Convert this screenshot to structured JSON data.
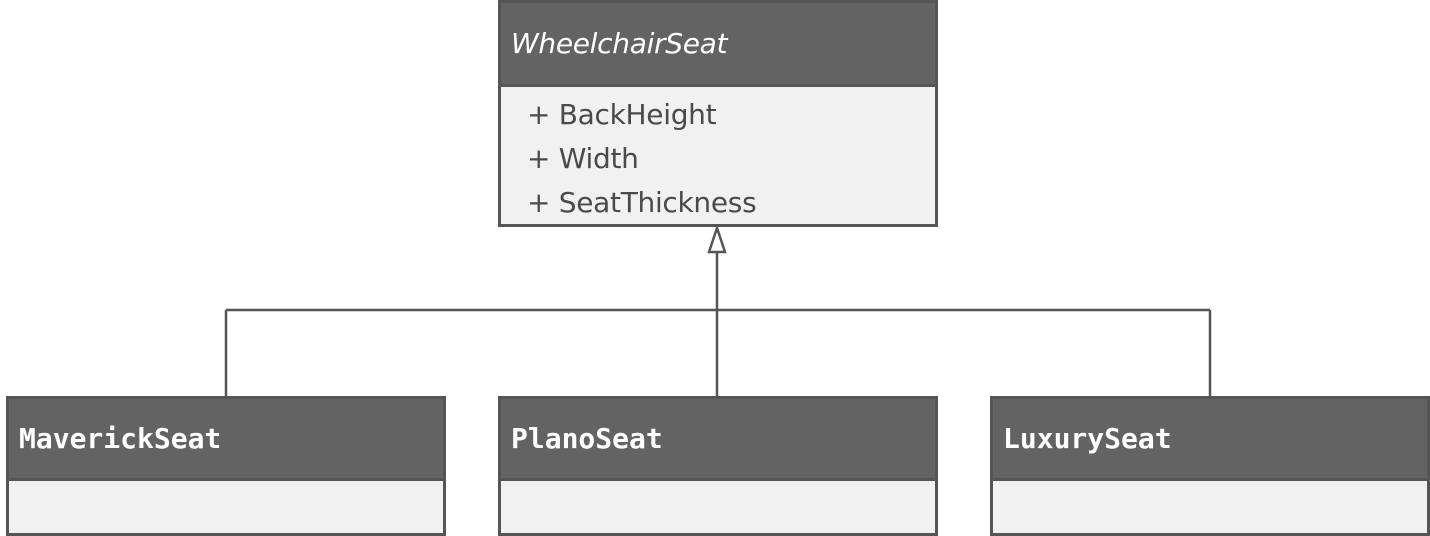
{
  "diagram": {
    "parent": {
      "name": "WheelchairSeat",
      "attributes": [
        "+ BackHeight",
        "+ Width",
        "+ SeatThickness"
      ]
    },
    "children": [
      {
        "name": "MaverickSeat",
        "attributes": []
      },
      {
        "name": "PlanoSeat",
        "attributes": []
      },
      {
        "name": "LuxurySeat",
        "attributes": []
      }
    ],
    "relationship": "generalization",
    "colors": {
      "header_fill": "#636363",
      "body_fill": "#f1f1f1",
      "border": "#555555",
      "header_text": "#ffffff",
      "body_text": "#4a4a4a"
    }
  }
}
